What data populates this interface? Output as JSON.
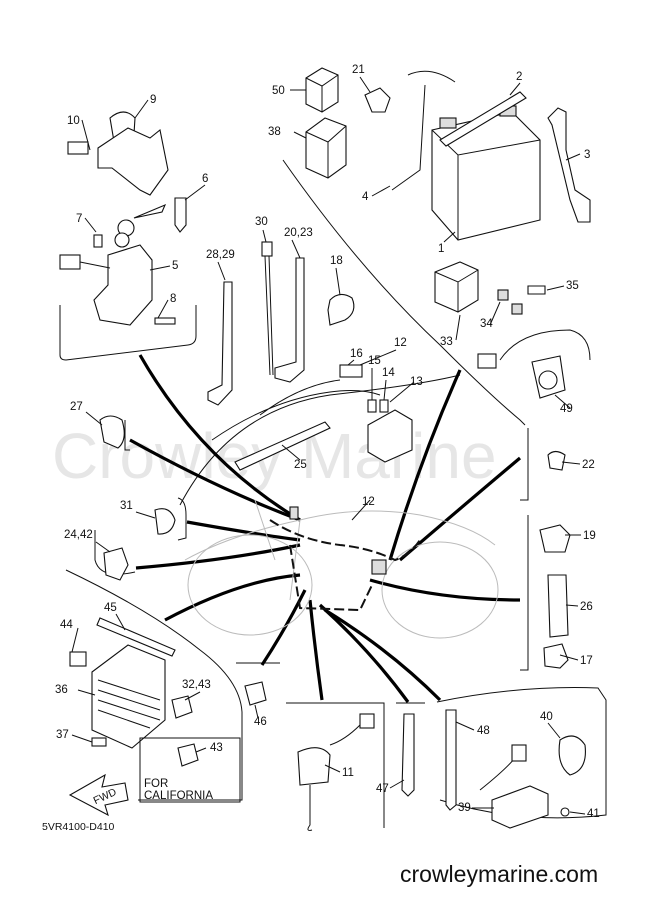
{
  "watermark": "Crowley Marine",
  "diagram_code": "5VR4100-D410",
  "site": "crowleymarine.com",
  "note": {
    "line1": "FOR",
    "line2": "CALIFORNIA"
  },
  "fwd_label": "FWD",
  "parts": [
    {
      "label": "1"
    },
    {
      "label": "2"
    },
    {
      "label": "3"
    },
    {
      "label": "4"
    },
    {
      "label": "5"
    },
    {
      "label": "6"
    },
    {
      "label": "7"
    },
    {
      "label": "8"
    },
    {
      "label": "9"
    },
    {
      "label": "10"
    },
    {
      "label": "11"
    },
    {
      "label": "12"
    },
    {
      "label": "12"
    },
    {
      "label": "13"
    },
    {
      "label": "14"
    },
    {
      "label": "15"
    },
    {
      "label": "16"
    },
    {
      "label": "17"
    },
    {
      "label": "18"
    },
    {
      "label": "19"
    },
    {
      "label": "20,23"
    },
    {
      "label": "21"
    },
    {
      "label": "22"
    },
    {
      "label": "24,42"
    },
    {
      "label": "25"
    },
    {
      "label": "26"
    },
    {
      "label": "27"
    },
    {
      "label": "28,29"
    },
    {
      "label": "30"
    },
    {
      "label": "31"
    },
    {
      "label": "32,43"
    },
    {
      "label": "33"
    },
    {
      "label": "34"
    },
    {
      "label": "35"
    },
    {
      "label": "36"
    },
    {
      "label": "37"
    },
    {
      "label": "38"
    },
    {
      "label": "39"
    },
    {
      "label": "40"
    },
    {
      "label": "41"
    },
    {
      "label": "43"
    },
    {
      "label": "44"
    },
    {
      "label": "45"
    },
    {
      "label": "46"
    },
    {
      "label": "47"
    },
    {
      "label": "48"
    },
    {
      "label": "49"
    },
    {
      "label": "50"
    }
  ]
}
